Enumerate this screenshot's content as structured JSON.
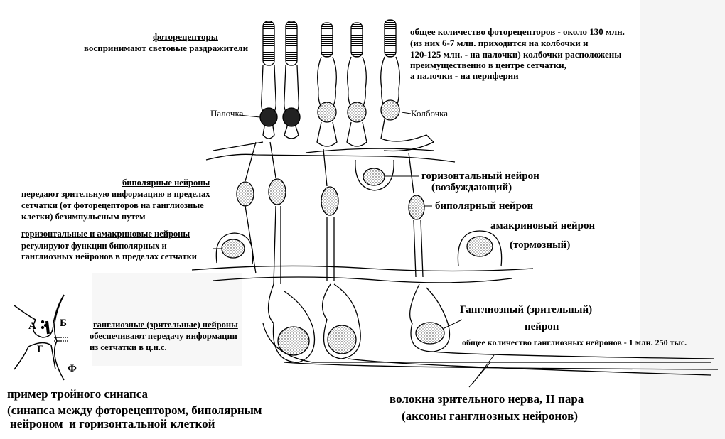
{
  "photoreceptors": {
    "title": "фоторецепторы",
    "desc": "воспринимают световые раздражители",
    "rod_label": "Палочка",
    "cone_label": "Колбочка",
    "count_lines": [
      "общее количество фоторецепторов - около 130 млн.",
      "(из них 6-7 млн. приходится на колбочки и",
      "120-125 млн. - на палочки) колбочки расположены",
      "преимущественно в центре сетчатки,",
      "а палочки - на периферии"
    ]
  },
  "bipolar": {
    "title": "биполярные нейроны",
    "lines": [
      "передают зрительную информацию в пределах",
      "сетчатки (от фоторецепторов на ганглиозные",
      "клетки) безимпульсным путем"
    ],
    "label": "биполярный нейрон"
  },
  "horizontal_amacrine": {
    "title": "горизонтальные и амакриновые нейроны",
    "lines": [
      "регулируют функции биполярных и",
      "ганглиозных нейронов в пределах сетчатки"
    ]
  },
  "horizontal_neuron": {
    "label": "горизонтальный нейрон",
    "sub": "(возбуждающий)"
  },
  "amacrine_neuron": {
    "label": "амакриновый нейрон",
    "sub": "(тормозный)"
  },
  "ganglion": {
    "title": "ганглиозные (зрительные) нейроны",
    "lines": [
      "обеспечивают передачу информации",
      "из сетчатки в ц.н.с."
    ],
    "label_line1": "Ганглиозный (зрительный)",
    "label_line2": "нейрон",
    "count": "общее количество ганглиозных нейронов - 1 млн. 250 тыс."
  },
  "optic_nerve": {
    "label": "волокна зрительного нерва, II пара",
    "sub": "(аксоны ганглиозных нейронов)"
  },
  "synapse": {
    "letters": {
      "a": "А",
      "b": "Б",
      "g": "Г",
      "f": "Ф"
    },
    "caption": [
      "пример тройного синапса",
      "(синапса между фоторецептором, биполярным",
      "нейроном  и горизонтальной клеткой"
    ]
  }
}
